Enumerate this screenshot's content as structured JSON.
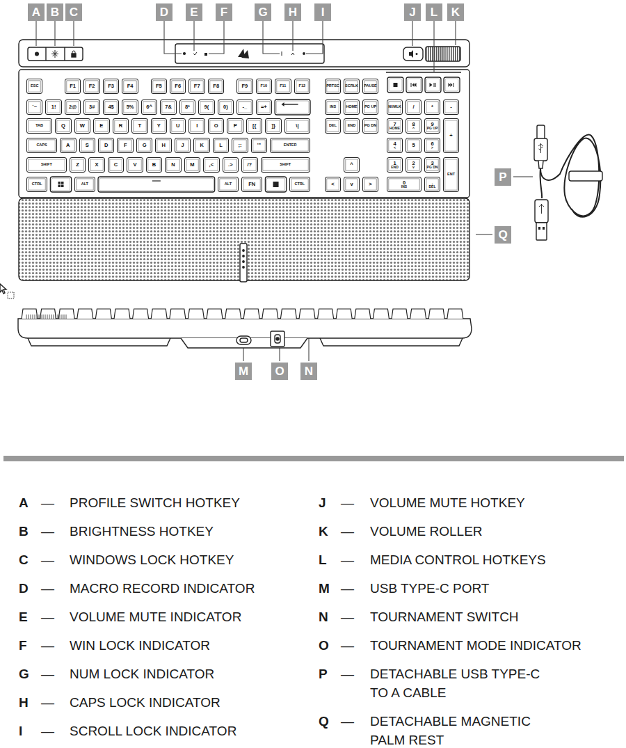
{
  "diagram": {
    "nodes": [
      {
        "text": [
          "A"
        ]
      },
      {
        "text": [
          "B"
        ]
      },
      {
        "text": [
          "C"
        ]
      },
      {
        "text": [
          "D"
        ]
      },
      {
        "text": [
          "E"
        ]
      },
      {
        "text": [
          "F"
        ]
      },
      {
        "text": [
          "G"
        ]
      },
      {
        "text": [
          "H"
        ]
      },
      {
        "text": [
          "I"
        ]
      },
      {
        "text": [
          "J"
        ]
      },
      {
        "text": [
          "L"
        ]
      },
      {
        "text": [
          "K"
        ]
      },
      {
        "text": [
          "P"
        ]
      },
      {
        "text": [
          "Q"
        ]
      },
      {
        "text": [
          "M"
        ]
      },
      {
        "text": [
          "O"
        ]
      },
      {
        "text": [
          "N"
        ]
      },
      {
        "text": [
          "ESC"
        ]
      },
      {
        "text": [
          "F1"
        ]
      },
      {
        "text": [
          "F2"
        ]
      },
      {
        "text": [
          "F3"
        ]
      },
      {
        "text": [
          "F4"
        ]
      },
      {
        "text": [
          "F5"
        ]
      },
      {
        "text": [
          "F6"
        ]
      },
      {
        "text": [
          "F7"
        ]
      },
      {
        "text": [
          "F8"
        ]
      },
      {
        "text": [
          "F9"
        ]
      },
      {
        "text": [
          "F10"
        ]
      },
      {
        "text": [
          "F11"
        ]
      },
      {
        "text": [
          "F12"
        ]
      },
      {
        "text": [
          "PRTSC"
        ]
      },
      {
        "text": [
          "SCRLK"
        ]
      },
      {
        "text": [
          "PAUSE"
        ]
      },
      {
        "text": [
          "`~"
        ]
      },
      {
        "text": [
          "1!"
        ]
      },
      {
        "text": [
          "2@"
        ]
      },
      {
        "text": [
          "3#"
        ]
      },
      {
        "text": [
          "4$"
        ]
      },
      {
        "text": [
          "5%"
        ]
      },
      {
        "text": [
          "6^"
        ]
      },
      {
        "text": [
          "7&"
        ]
      },
      {
        "text": [
          "8*"
        ]
      },
      {
        "text": [
          "9("
        ]
      },
      {
        "text": [
          "0)"
        ]
      },
      {
        "text": [
          "-_"
        ]
      },
      {
        "text": [
          "=+"
        ]
      },
      {
        "text": [
          "INS"
        ]
      },
      {
        "text": [
          "HOME"
        ]
      },
      {
        "text": [
          "PG UP"
        ]
      },
      {
        "text": [
          "NUMLK"
        ]
      },
      {
        "text": [
          "/"
        ]
      },
      {
        "text": [
          "*"
        ]
      },
      {
        "text": [
          "-"
        ]
      },
      {
        "text": [
          "TAB"
        ]
      },
      {
        "text": [
          "Q"
        ]
      },
      {
        "text": [
          "W"
        ]
      },
      {
        "text": [
          "E"
        ]
      },
      {
        "text": [
          "R"
        ]
      },
      {
        "text": [
          "T"
        ]
      },
      {
        "text": [
          "Y"
        ]
      },
      {
        "text": [
          "U"
        ]
      },
      {
        "text": [
          "I"
        ]
      },
      {
        "text": [
          "O"
        ]
      },
      {
        "text": [
          "P"
        ]
      },
      {
        "text": [
          "[{"
        ]
      },
      {
        "text": [
          "]}"
        ]
      },
      {
        "text": [
          "\\|"
        ]
      },
      {
        "text": [
          "DEL"
        ]
      },
      {
        "text": [
          "END"
        ]
      },
      {
        "text": [
          "PG DN"
        ]
      },
      {
        "text": [
          "7",
          "HOME"
        ]
      },
      {
        "text": [
          "8",
          "^"
        ]
      },
      {
        "text": [
          "9",
          "PG UP"
        ]
      },
      {
        "text": [
          "+"
        ]
      },
      {
        "text": [
          "CAPS"
        ]
      },
      {
        "text": [
          "A"
        ]
      },
      {
        "text": [
          "S"
        ]
      },
      {
        "text": [
          "D"
        ]
      },
      {
        "text": [
          "F"
        ]
      },
      {
        "text": [
          "G"
        ]
      },
      {
        "text": [
          "H"
        ]
      },
      {
        "text": [
          "J"
        ]
      },
      {
        "text": [
          "K"
        ]
      },
      {
        "text": [
          "L"
        ]
      },
      {
        "text": [
          ";:"
        ]
      },
      {
        "text": [
          "'\""
        ]
      },
      {
        "text": [
          "ENTER"
        ]
      },
      {
        "text": [
          "4",
          "<"
        ]
      },
      {
        "text": [
          "5"
        ]
      },
      {
        "text": [
          "6",
          ">"
        ]
      },
      {
        "text": [
          "SHIFT"
        ]
      },
      {
        "text": [
          "Z"
        ]
      },
      {
        "text": [
          "X"
        ]
      },
      {
        "text": [
          "C"
        ]
      },
      {
        "text": [
          "V"
        ]
      },
      {
        "text": [
          "B"
        ]
      },
      {
        "text": [
          "N"
        ]
      },
      {
        "text": [
          "M"
        ]
      },
      {
        "text": [
          ",<"
        ]
      },
      {
        "text": [
          ".>"
        ]
      },
      {
        "text": [
          "/?"
        ]
      },
      {
        "text": [
          "SHIFT"
        ]
      },
      {
        "text": [
          "^"
        ]
      },
      {
        "text": [
          "1",
          "END"
        ]
      },
      {
        "text": [
          "2",
          "v"
        ]
      },
      {
        "text": [
          "3",
          "PG DN"
        ]
      },
      {
        "text": [
          "ENT"
        ]
      },
      {
        "text": [
          "CTRL"
        ]
      },
      {
        "text": [
          "ALT"
        ]
      },
      {
        "text": [
          "ALT"
        ]
      },
      {
        "text": [
          "FN"
        ]
      },
      {
        "text": [
          "CTRL"
        ]
      },
      {
        "text": [
          "<"
        ]
      },
      {
        "text": [
          "v"
        ]
      },
      {
        "text": [
          ">"
        ]
      },
      {
        "text": [
          "0",
          "INS"
        ]
      },
      {
        "text": [
          ".",
          "DEL"
        ]
      }
    ],
    "labels": [
      "A",
      "—",
      "PROFILE SWITCH HOTKEY",
      "B",
      "—",
      "BRIGHTNESS HOTKEY",
      "C",
      "—",
      "WINDOWS LOCK HOTKEY",
      "D",
      "—",
      "MACRO RECORD INDICATOR",
      "E",
      "—",
      "VOLUME MUTE INDICATOR",
      "F",
      "—",
      "WIN LOCK INDICATOR",
      "G",
      "—",
      "NUM LOCK INDICATOR",
      "H",
      "—",
      "CAPS LOCK INDICATOR",
      "I",
      "—",
      "SCROLL LOCK INDICATOR",
      "J",
      "—",
      "VOLUME MUTE HOTKEY",
      "K",
      "—",
      "VOLUME ROLLER",
      "L",
      "—",
      "MEDIA CONTROL HOTKEYS",
      "M",
      "—",
      "USB TYPE-C PORT",
      "N",
      "—",
      "TOURNAMENT SWITCH",
      "O",
      "—",
      "TOURNAMENT MODE INDICATOR",
      "P",
      "—",
      "DETACHABLE USB TYPE-C TO A CABLE",
      "Q",
      "—",
      "DETACHABLE MAGNETIC PALM REST"
    ]
  }
}
